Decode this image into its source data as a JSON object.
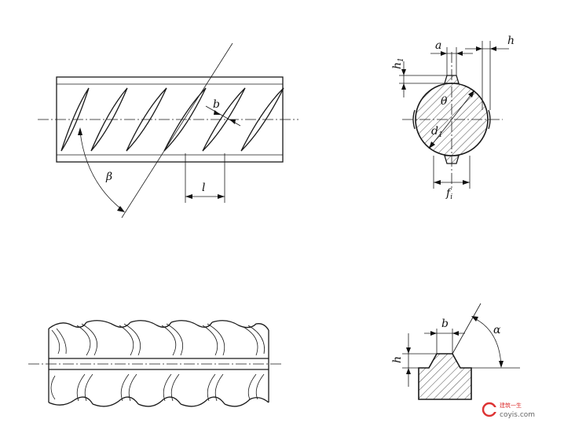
{
  "labels": {
    "beta": "β",
    "l": "l",
    "b_top": "b",
    "a": "a",
    "h_top": "h",
    "h1_base": "h",
    "h1_sub": "1",
    "theta": "θ",
    "d1_base": "d",
    "d1_sub": "1",
    "f1_base": "f",
    "f1_sub": "i",
    "b_bottom": "b",
    "h_bottom": "h",
    "alpha": "α"
  },
  "watermark": {
    "brand": "建筑一生",
    "site": "coyis.com",
    "icon": "c-logo-icon"
  }
}
